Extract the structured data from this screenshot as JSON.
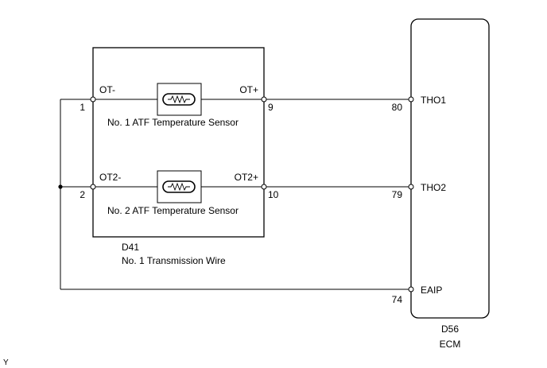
{
  "connector_d41": {
    "code": "D41",
    "name": "No. 1 Transmission Wire"
  },
  "ecm": {
    "code": "D56",
    "name": "ECM"
  },
  "sensor1": {
    "name": "No. 1 ATF Temperature Sensor",
    "neg_label": "OT-",
    "pos_label": "OT+",
    "neg_pin": "1",
    "pos_pin": "9"
  },
  "sensor2": {
    "name": "No. 2 ATF Temperature Sensor",
    "neg_label": "OT2-",
    "pos_label": "OT2+",
    "neg_pin": "2",
    "pos_pin": "10"
  },
  "ecm_terminals": [
    {
      "pin": "80",
      "label": "THO1"
    },
    {
      "pin": "79",
      "label": "THO2"
    },
    {
      "pin": "74",
      "label": "EAIP"
    }
  ],
  "corner_mark": "Y"
}
